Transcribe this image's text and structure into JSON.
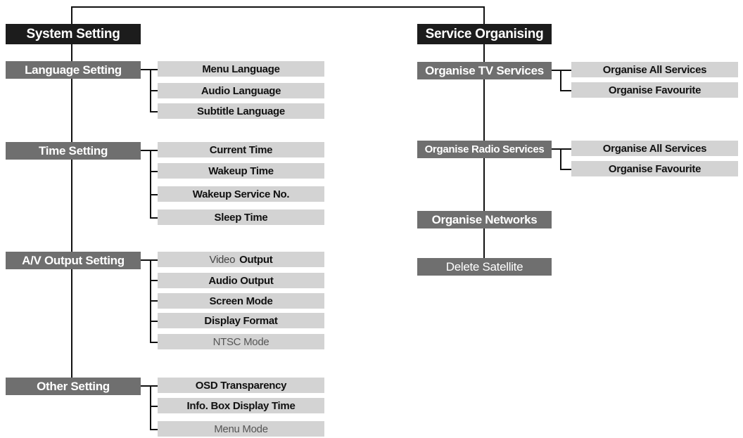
{
  "system_setting": {
    "title": "System Setting",
    "language_setting": {
      "label": "Language Setting",
      "items": [
        "Menu Language",
        "Audio Language",
        "Subtitle Language"
      ]
    },
    "time_setting": {
      "label": "Time Setting",
      "items": [
        "Current Time",
        "Wakeup Time",
        "Wakeup Service No.",
        "Sleep Time"
      ]
    },
    "av_output_setting": {
      "label": "A/V Output Setting",
      "video_word": "Video",
      "output_word": "Output",
      "items": [
        "Audio Output",
        "Screen Mode",
        "Display Format",
        "NTSC Mode"
      ]
    },
    "other_setting": {
      "label": "Other Setting",
      "items": [
        "OSD Transparency",
        "Info. Box Display Time",
        "Menu Mode"
      ]
    }
  },
  "service_organising": {
    "title": "Service Organising",
    "organise_tv_services": {
      "label": "Organise TV Services",
      "items": [
        "Organise All Services",
        "Organise Favourite"
      ]
    },
    "organise_radio_services": {
      "label": "Organise Radio Services",
      "items": [
        "Organise All Services",
        "Organise Favourite"
      ]
    },
    "organise_networks": {
      "label": "Organise Networks"
    },
    "delete_satellite": {
      "label": "Delete Satellite"
    }
  },
  "colors": {
    "root_fill": "#1c1c1c",
    "category_fill": "#6f6f6f",
    "leaf_fill": "#d3d3d3",
    "line": "#111111"
  }
}
